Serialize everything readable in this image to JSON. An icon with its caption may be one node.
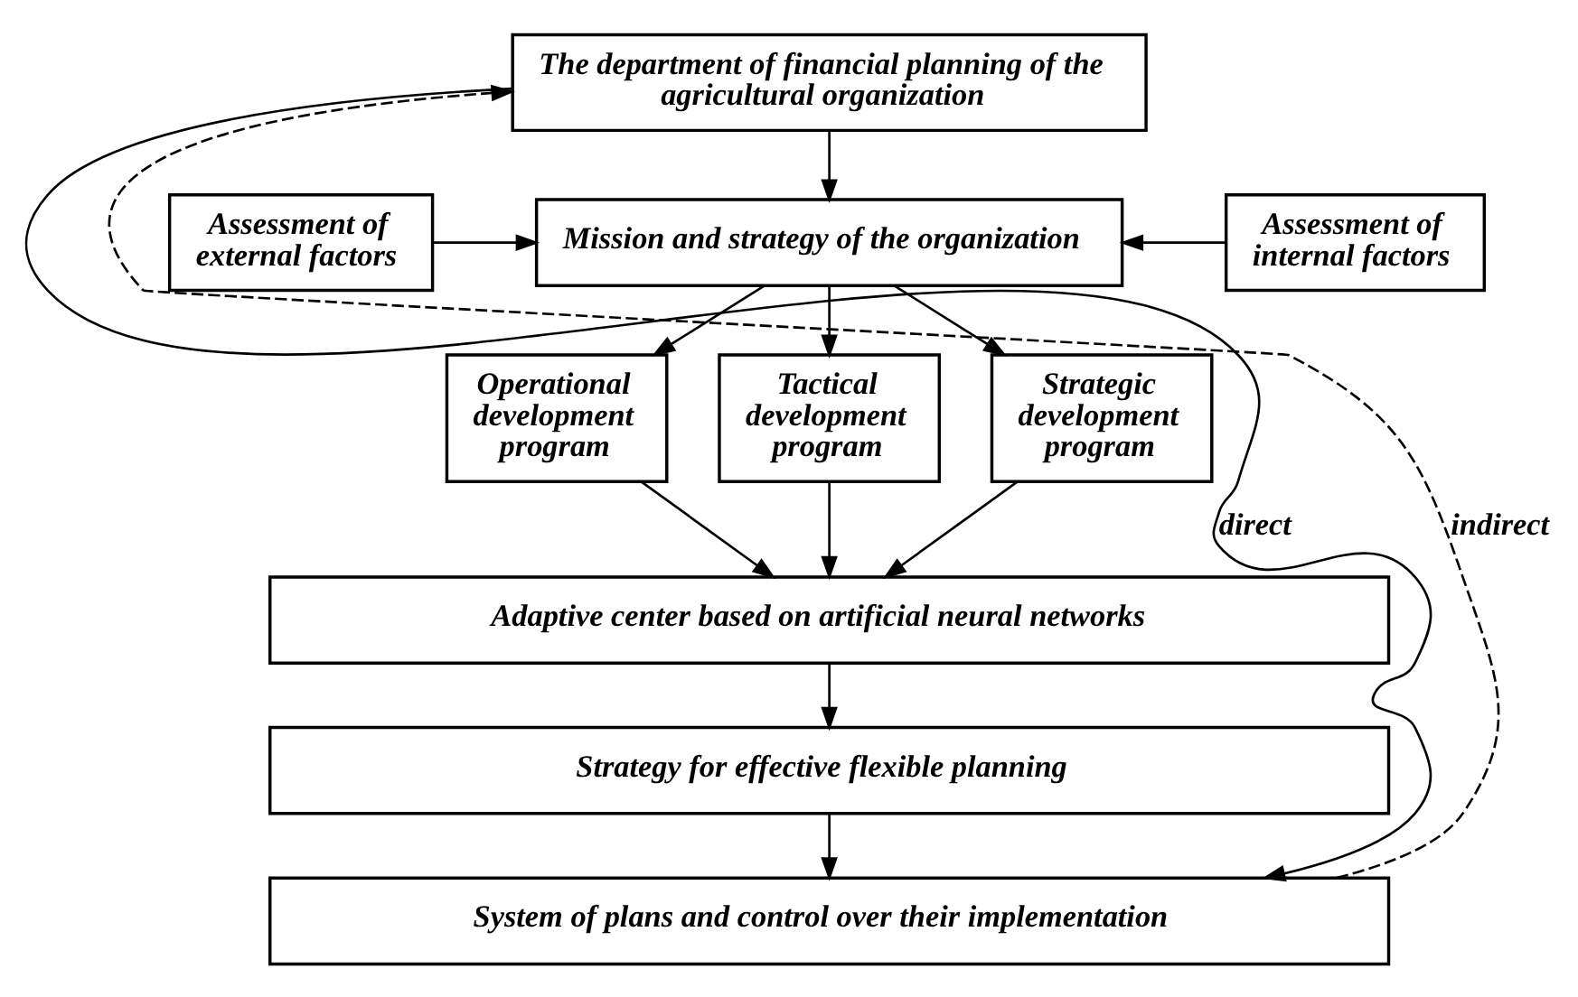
{
  "diagram": {
    "nodes": [
      {
        "text": [
          "The department of financial planning of the agricultural organization"
        ]
      },
      {
        "text": [
          "Assessment of external factors"
        ]
      },
      {
        "text": [
          "Mission and strategy of the organization"
        ]
      },
      {
        "text": [
          "Assessment of internal factors"
        ]
      },
      {
        "text": [
          "Operational development program"
        ]
      },
      {
        "text": [
          "Tactical development program"
        ]
      },
      {
        "text": [
          "Strategic development program"
        ]
      },
      {
        "text": [
          "Adaptive center based on artificial neural networks"
        ]
      },
      {
        "text": [
          "Strategy for effective flexible planning"
        ]
      },
      {
        "text": [
          "System of plans and control over their implementation"
        ]
      }
    ],
    "edges": [
      {
        "from": 0,
        "to": 2,
        "arrow": "to"
      },
      {
        "from": 1,
        "to": 2,
        "arrow": "to"
      },
      {
        "from": 3,
        "to": 2,
        "arrow": "to"
      },
      {
        "from": 2,
        "to": 4,
        "arrow": "to"
      },
      {
        "from": 2,
        "to": 5,
        "arrow": "to"
      },
      {
        "from": 2,
        "to": 6,
        "arrow": "to"
      },
      {
        "from": 4,
        "to": 7,
        "arrow": "to"
      },
      {
        "from": 5,
        "to": 7,
        "arrow": "to"
      },
      {
        "from": 6,
        "to": 7,
        "arrow": "to"
      },
      {
        "from": 7,
        "to": 8,
        "arrow": "to"
      },
      {
        "from": 8,
        "to": 9,
        "arrow": "to"
      },
      {
        "from": 0,
        "to": 9,
        "arrow": "to",
        "label": "direct"
      },
      {
        "from": 9,
        "to": 0,
        "arrow": "to",
        "label": "indirect",
        "style": "dashed"
      }
    ]
  }
}
